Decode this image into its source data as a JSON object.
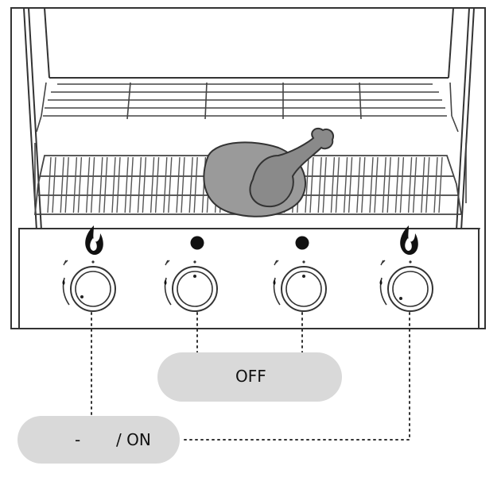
{
  "labels": {
    "off": "OFF",
    "on_suffix": "/ ON",
    "on_dash": "-"
  },
  "knobs": [
    {
      "position": "left",
      "state": "on-high",
      "indicator": "flame-icon"
    },
    {
      "position": "center-left",
      "state": "off",
      "indicator": "dot-icon"
    },
    {
      "position": "center-right",
      "state": "off",
      "indicator": "dot-icon"
    },
    {
      "position": "right",
      "state": "on-low",
      "indicator": "flame-icon"
    }
  ],
  "colors": {
    "outline": "#333333",
    "pill_fill": "#d9d9d9",
    "chicken_fill": "#9a9a9a",
    "background": "#ffffff"
  }
}
